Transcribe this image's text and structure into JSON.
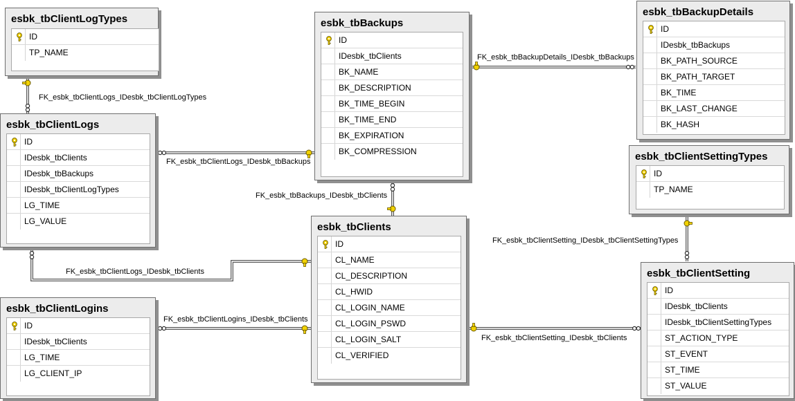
{
  "colors": {
    "canvas": "#ffffff",
    "table_frame": "#ececec",
    "connector": "#5a5a5a",
    "key_icon": "#d6b800"
  },
  "icons": {
    "primary_key": "key-icon",
    "one_end": "key-icon",
    "many_end": "infinity-icon"
  },
  "tables": {
    "client_log_types": {
      "name": "esbk_tbClientLogTypes",
      "columns": [
        "ID",
        "TP_NAME"
      ],
      "primary_key": "ID"
    },
    "backups": {
      "name": "esbk_tbBackups",
      "columns": [
        "ID",
        "IDesbk_tbClients",
        "BK_NAME",
        "BK_DESCRIPTION",
        "BK_TIME_BEGIN",
        "BK_TIME_END",
        "BK_EXPIRATION",
        "BK_COMPRESSION"
      ],
      "primary_key": "ID"
    },
    "backup_details": {
      "name": "esbk_tbBackupDetails",
      "columns": [
        "ID",
        "IDesbk_tbBackups",
        "BK_PATH_SOURCE",
        "BK_PATH_TARGET",
        "BK_TIME",
        "BK_LAST_CHANGE",
        "BK_HASH"
      ],
      "primary_key": "ID"
    },
    "client_logs": {
      "name": "esbk_tbClientLogs",
      "columns": [
        "ID",
        "IDesbk_tbClients",
        "IDesbk_tbBackups",
        "IDesbk_tbClientLogTypes",
        "LG_TIME",
        "LG_VALUE"
      ],
      "primary_key": "ID"
    },
    "client_setting_types": {
      "name": "esbk_tbClientSettingTypes",
      "columns": [
        "ID",
        "TP_NAME"
      ],
      "primary_key": "ID"
    },
    "clients": {
      "name": "esbk_tbClients",
      "columns": [
        "ID",
        "CL_NAME",
        "CL_DESCRIPTION",
        "CL_HWID",
        "CL_LOGIN_NAME",
        "CL_LOGIN_PSWD",
        "CL_LOGIN_SALT",
        "CL_VERIFIED"
      ],
      "primary_key": "ID"
    },
    "client_logins": {
      "name": "esbk_tbClientLogins",
      "columns": [
        "ID",
        "IDesbk_tbClients",
        "LG_TIME",
        "LG_CLIENT_IP"
      ],
      "primary_key": "ID"
    },
    "client_setting": {
      "name": "esbk_tbClientSetting",
      "columns": [
        "ID",
        "IDesbk_tbClients",
        "IDesbk_tbClientSettingTypes",
        "ST_ACTION_TYPE",
        "ST_EVENT",
        "ST_TIME",
        "ST_VALUE"
      ],
      "primary_key": "ID"
    }
  },
  "relationships": {
    "logs_logtypes": {
      "label": "FK_esbk_tbClientLogs_IDesbk_tbClientLogTypes",
      "one": "esbk_tbClientLogTypes",
      "many": "esbk_tbClientLogs"
    },
    "logs_backups": {
      "label": "FK_esbk_tbClientLogs_IDesbk_tbBackups",
      "one": "esbk_tbBackups",
      "many": "esbk_tbClientLogs"
    },
    "details_backups": {
      "label": "FK_esbk_tbBackupDetails_IDesbk_tbBackups",
      "one": "esbk_tbBackups",
      "many": "esbk_tbBackupDetails"
    },
    "backups_clients": {
      "label": "FK_esbk_tbBackups_IDesbk_tbClients",
      "one": "esbk_tbClients",
      "many": "esbk_tbBackups"
    },
    "logs_clients": {
      "label": "FK_esbk_tbClientLogs_IDesbk_tbClients",
      "one": "esbk_tbClients",
      "many": "esbk_tbClientLogs"
    },
    "setting_types": {
      "label": "FK_esbk_tbClientSetting_IDesbk_tbClientSettingTypes",
      "one": "esbk_tbClientSettingTypes",
      "many": "esbk_tbClientSetting"
    },
    "logins_clients": {
      "label": "FK_esbk_tbClientLogins_IDesbk_tbClients",
      "one": "esbk_tbClients",
      "many": "esbk_tbClientLogins"
    },
    "setting_clients": {
      "label": "FK_esbk_tbClientSetting_IDesbk_tbClients",
      "one": "esbk_tbClients",
      "many": "esbk_tbClientSetting"
    }
  }
}
